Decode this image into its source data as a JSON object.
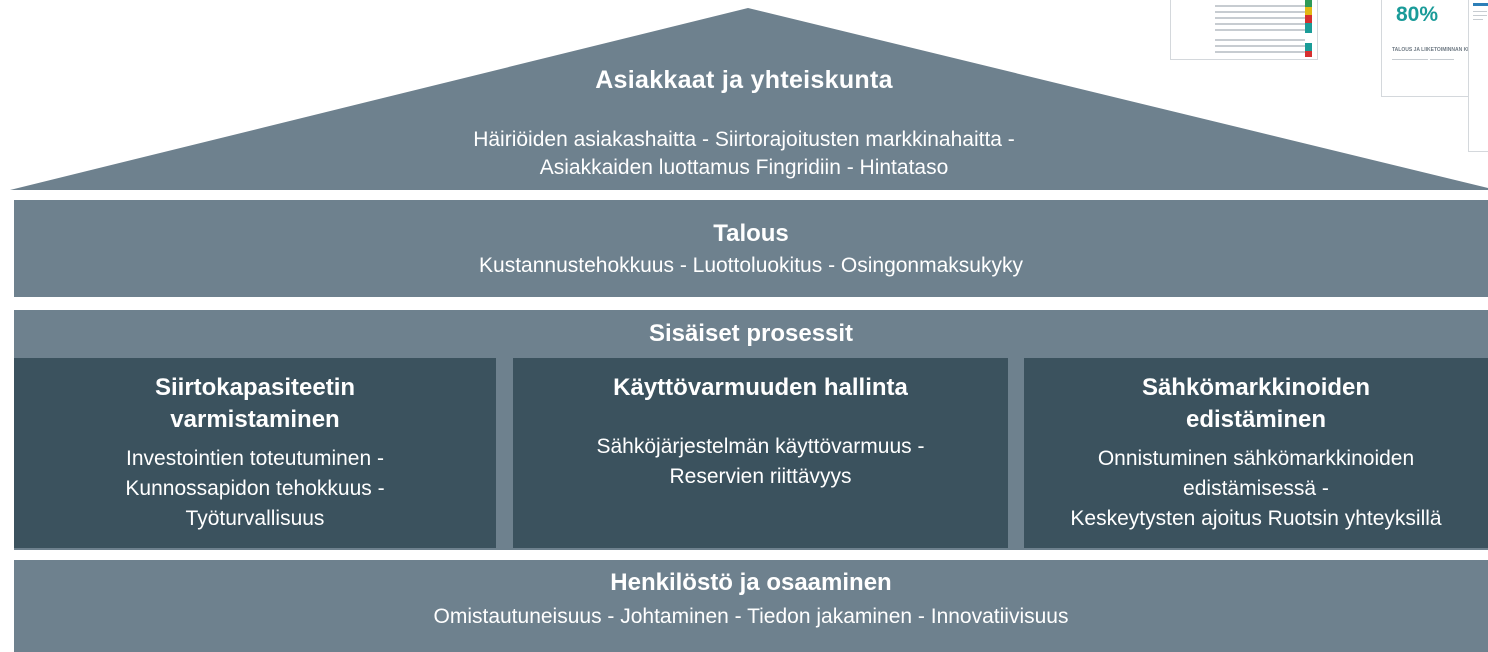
{
  "roof": {
    "title": "Asiakkaat ja yhteiskunta",
    "subtitle_line1": "Häiriöiden asiakashaitta - Siirtorajoitusten markkinahaitta -",
    "subtitle_line2": "Asiakkaiden luottamus Fingridiin - Hintataso"
  },
  "talous": {
    "title": "Talous",
    "subtitle": "Kustannustehokkuus - Luottoluokitus - Osingonmaksukyky"
  },
  "prosessit": {
    "title": "Sisäiset prosessit",
    "pillars": [
      {
        "title_line1": "Siirtokapasiteetin",
        "title_line2": "varmistaminen",
        "sub_line1": "Investointien toteutuminen -",
        "sub_line2": "Kunnossapidon tehokkuus -",
        "sub_line3": "Työturvallisuus"
      },
      {
        "title_line1": "Käyttövarmuuden hallinta",
        "sub_line1": "Sähköjärjestelmän käyttövarmuus -",
        "sub_line2": "Reservien riittävyys"
      },
      {
        "title_line1": "Sähkömarkkinoiden",
        "title_line2": "edistäminen",
        "sub_line1": "Onnistuminen sähkömarkkinoiden",
        "sub_line2": "edistämisessä -",
        "sub_line3": "Keskeytysten ajoitus Ruotsin yhteyksillä"
      }
    ]
  },
  "henkilosto": {
    "title": "Henkilöstö ja osaaminen",
    "subtitle": "Omistautuneisuus - Johtaminen - Tiedon jakaminen - Innovatiivisuus"
  },
  "thumbnails": {
    "percent": "80%",
    "caption": "TALOUS JA LIIKETOIMINNAN KEHITYS"
  },
  "colors": {
    "band": "#6e818e",
    "pillar": "#3b525e",
    "text": "#ffffff",
    "percent": "#1a9b99"
  }
}
